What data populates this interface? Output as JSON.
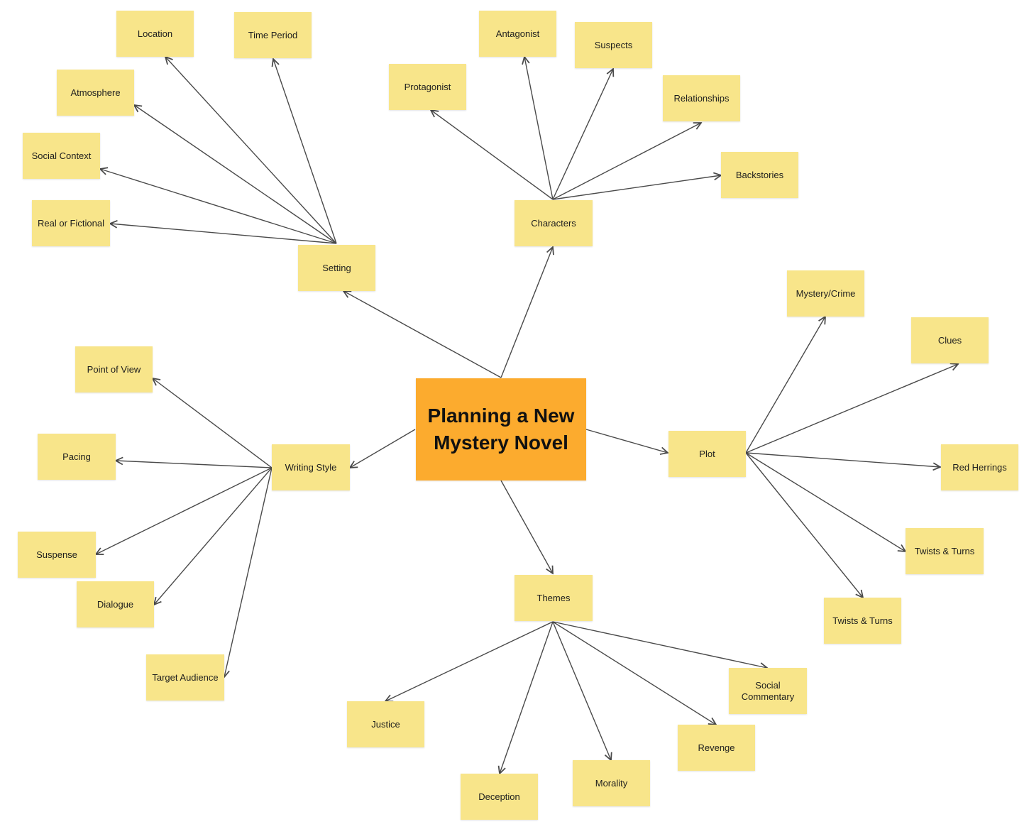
{
  "colors": {
    "sticky_note": "#f8e58a",
    "center_note": "#fcab2e",
    "connector": "#4a4a4a",
    "background": "#ffffff"
  },
  "diagram": {
    "center": {
      "id": "center",
      "label": "Planning a New Mystery Novel"
    },
    "nodes": [
      {
        "id": "setting",
        "label": "Setting"
      },
      {
        "id": "characters",
        "label": "Characters"
      },
      {
        "id": "plot",
        "label": "Plot"
      },
      {
        "id": "themes",
        "label": "Themes"
      },
      {
        "id": "writing-style",
        "label": "Writing Style"
      },
      {
        "id": "location",
        "label": "Location"
      },
      {
        "id": "time-period",
        "label": "Time Period"
      },
      {
        "id": "atmosphere",
        "label": "Atmosphere"
      },
      {
        "id": "social-context",
        "label": "Social Context"
      },
      {
        "id": "real-or-fictional",
        "label": "Real or Fictional"
      },
      {
        "id": "antagonist",
        "label": "Antagonist"
      },
      {
        "id": "suspects",
        "label": "Suspects"
      },
      {
        "id": "protagonist",
        "label": "Protagonist"
      },
      {
        "id": "relationships",
        "label": "Relationships"
      },
      {
        "id": "backstories",
        "label": "Backstories"
      },
      {
        "id": "mystery-crime",
        "label": "Mystery/Crime"
      },
      {
        "id": "clues",
        "label": "Clues"
      },
      {
        "id": "red-herrings",
        "label": "Red Herrings"
      },
      {
        "id": "twists-turns-1",
        "label": "Twists & Turns"
      },
      {
        "id": "twists-turns-2",
        "label": "Twists & Turns"
      },
      {
        "id": "justice",
        "label": "Justice"
      },
      {
        "id": "deception",
        "label": "Deception"
      },
      {
        "id": "morality",
        "label": "Morality"
      },
      {
        "id": "revenge",
        "label": "Revenge"
      },
      {
        "id": "social-commentary",
        "label": "Social Commentary"
      },
      {
        "id": "point-of-view",
        "label": "Point of View"
      },
      {
        "id": "pacing",
        "label": "Pacing"
      },
      {
        "id": "suspense",
        "label": "Suspense"
      },
      {
        "id": "dialogue",
        "label": "Dialogue"
      },
      {
        "id": "target-audience",
        "label": "Target Audience"
      }
    ],
    "edges": [
      {
        "from": "center",
        "to": "setting"
      },
      {
        "from": "center",
        "to": "characters"
      },
      {
        "from": "center",
        "to": "plot"
      },
      {
        "from": "center",
        "to": "themes"
      },
      {
        "from": "center",
        "to": "writing-style"
      },
      {
        "from": "setting",
        "to": "location"
      },
      {
        "from": "setting",
        "to": "time-period"
      },
      {
        "from": "setting",
        "to": "atmosphere"
      },
      {
        "from": "setting",
        "to": "social-context"
      },
      {
        "from": "setting",
        "to": "real-or-fictional"
      },
      {
        "from": "characters",
        "to": "protagonist"
      },
      {
        "from": "characters",
        "to": "antagonist"
      },
      {
        "from": "characters",
        "to": "suspects"
      },
      {
        "from": "characters",
        "to": "relationships"
      },
      {
        "from": "characters",
        "to": "backstories"
      },
      {
        "from": "plot",
        "to": "mystery-crime"
      },
      {
        "from": "plot",
        "to": "clues"
      },
      {
        "from": "plot",
        "to": "red-herrings"
      },
      {
        "from": "plot",
        "to": "twists-turns-1"
      },
      {
        "from": "plot",
        "to": "twists-turns-2"
      },
      {
        "from": "themes",
        "to": "justice"
      },
      {
        "from": "themes",
        "to": "deception"
      },
      {
        "from": "themes",
        "to": "morality"
      },
      {
        "from": "themes",
        "to": "revenge"
      },
      {
        "from": "themes",
        "to": "social-commentary"
      },
      {
        "from": "writing-style",
        "to": "point-of-view"
      },
      {
        "from": "writing-style",
        "to": "pacing"
      },
      {
        "from": "writing-style",
        "to": "suspense"
      },
      {
        "from": "writing-style",
        "to": "dialogue"
      },
      {
        "from": "writing-style",
        "to": "target-audience"
      }
    ]
  }
}
